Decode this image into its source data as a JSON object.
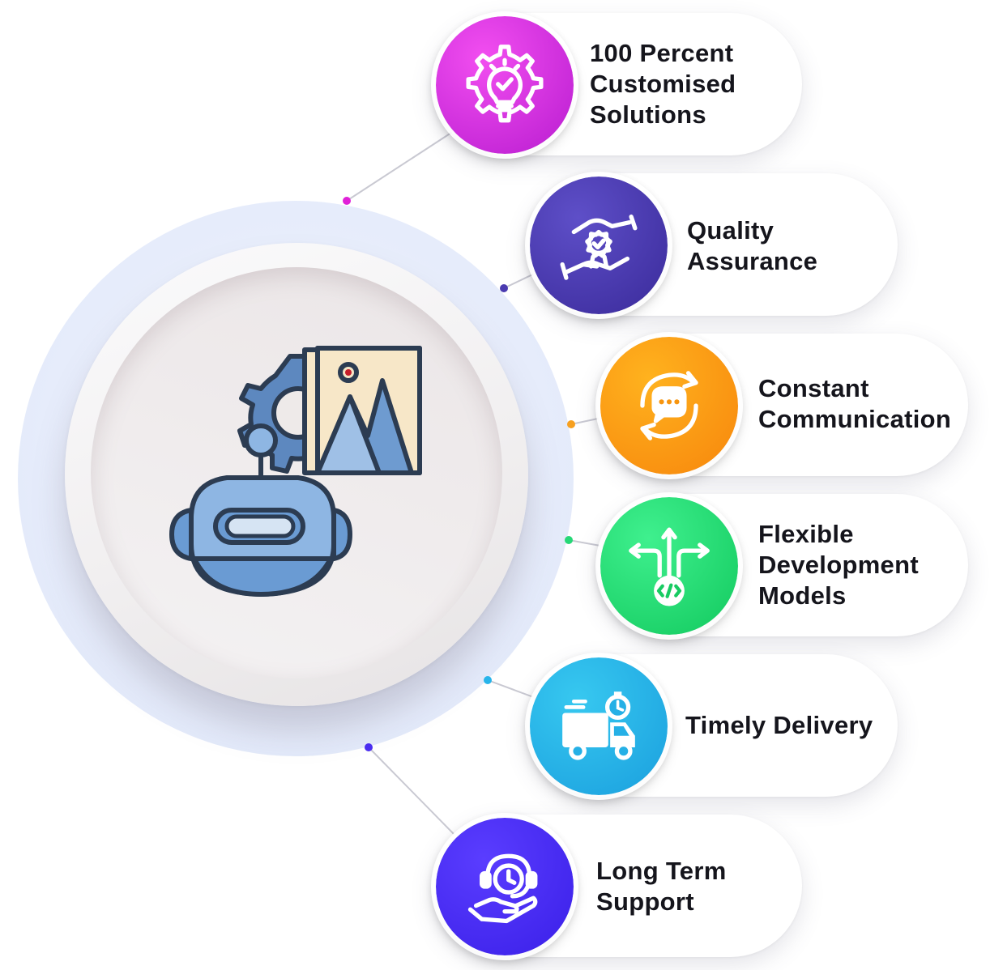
{
  "center": {
    "icon": "robot-with-gear-and-image-icon"
  },
  "features": [
    {
      "id": "customised",
      "icon": "lightbulb-gear-check-icon",
      "color_from": "#f24ef0",
      "color_to": "#b81cd0",
      "lines": [
        "100 Percent",
        "Customised",
        "Solutions"
      ]
    },
    {
      "id": "quality",
      "icon": "hands-badge-icon",
      "color_from": "#5e4fc8",
      "color_to": "#3a2a9a",
      "lines": [
        "Quality",
        "Assurance"
      ]
    },
    {
      "id": "communication",
      "icon": "chat-refresh-icon",
      "color_from": "#ffb21e",
      "color_to": "#f7860c",
      "lines": [
        "Constant",
        "Communication"
      ]
    },
    {
      "id": "flexible",
      "icon": "code-arrows-icon",
      "color_from": "#3ff08e",
      "color_to": "#12c95e",
      "lines": [
        "Flexible",
        "Development",
        "Models"
      ]
    },
    {
      "id": "delivery",
      "icon": "delivery-truck-stopwatch-icon",
      "color_from": "#37c8f0",
      "color_to": "#1a9fde",
      "lines": [
        "Timely Delivery"
      ]
    },
    {
      "id": "support",
      "icon": "hand-headset-clock-icon",
      "color_from": "#5a3dff",
      "color_to": "#3a1fe8",
      "lines": [
        "Long Term",
        "Support"
      ]
    }
  ],
  "dot_colors": [
    "#e020d8",
    "#4a3bb0",
    "#f7a020",
    "#26d877",
    "#27b4ea",
    "#4a2df0"
  ]
}
